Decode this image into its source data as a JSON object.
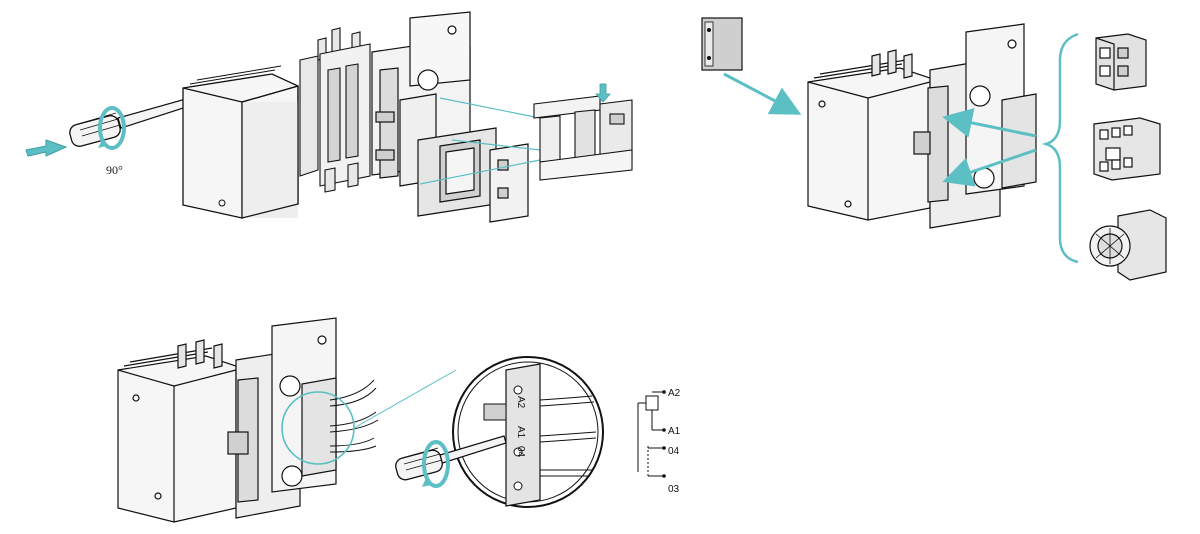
{
  "colors": {
    "accent": "#5bbfc4",
    "line": "#111111",
    "fill_light": "#f2f2f2",
    "fill_mid": "#d8d8d8",
    "fill_dark": "#a9a9a9"
  },
  "panel_a": {
    "rotation_label": "90°"
  },
  "panel_c": {
    "terminals": [
      "A2",
      "A1",
      "04",
      "03"
    ]
  }
}
